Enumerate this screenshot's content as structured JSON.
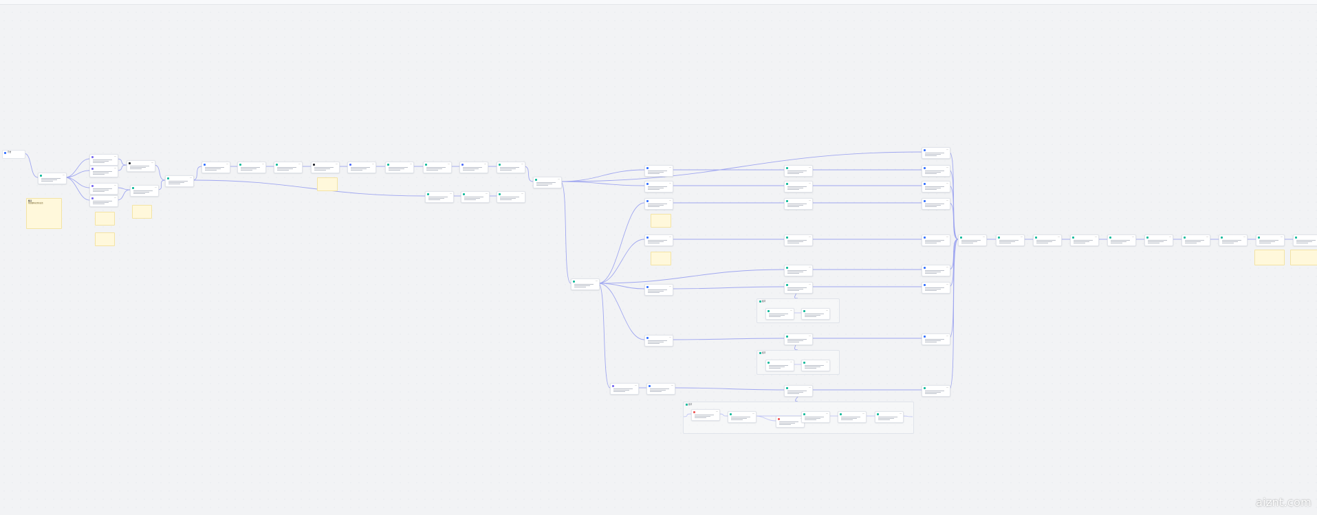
{
  "app": {
    "watermark": "aiznt.com"
  },
  "start": {
    "title": "开始"
  },
  "notes": {
    "main_title": "备注",
    "main_body": "预览图像如需修改请",
    "blank": ""
  },
  "groups": {
    "loop_label": "循环"
  },
  "icons": {
    "more": "more-dots-icon"
  },
  "colors": {
    "wire": "#9fa6f0",
    "canvas": "#f2f3f5",
    "note": "#fff8db"
  }
}
